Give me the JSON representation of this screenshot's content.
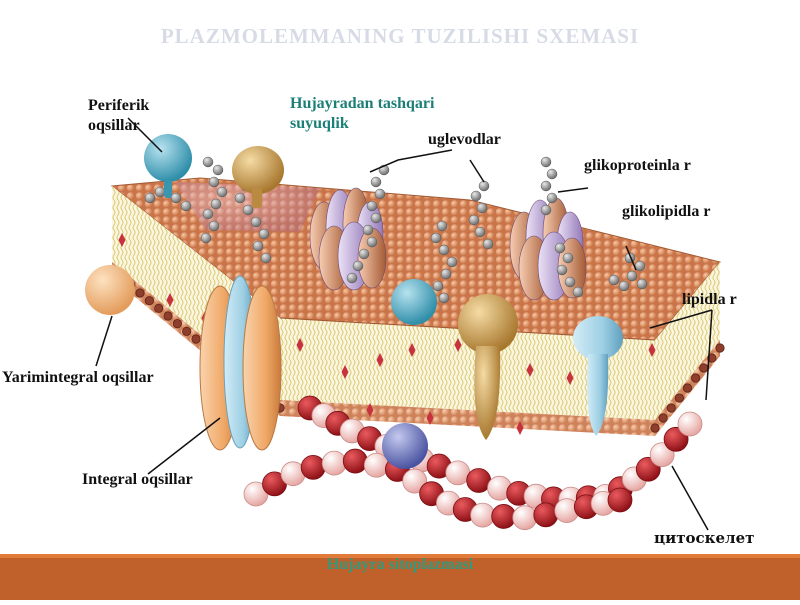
{
  "title": "PLAZMOLEMMANING TUZILISHI SXEMASI",
  "labels": {
    "periferik": "Periferik oqsillar",
    "extracellular": "Hujayradan tashqari suyuqlik",
    "uglevodlar": "uglevodlar",
    "glikoproteinlar": "glikoproteinla r",
    "glikolipidlar": "glikolipidla r",
    "lipidlar": "lipidla r",
    "yarimintegral": "Yarimintegral oqsillar",
    "integral": "Integral oqsillar",
    "cytoskeleton": "цитоскелет"
  },
  "footer": "Hujayra sitoplazmasi",
  "colors": {
    "head_lipid": "#e59b6e",
    "tail_lipid": "#f1e6a4",
    "glycolipid_head": "#d49bb0",
    "cholesterol": "#c8323c",
    "integral_protein": "#f2b37a",
    "integral_protein_blue": "#9fd0e6",
    "peripheral_blue": "#5bb3cc",
    "peripheral_tan": "#d3a55a",
    "glycoprotein_purple": "#b49ad0",
    "sugar_chain": "#9a9a9a",
    "cytoskeleton_red": "#b51e24",
    "cytoskeleton_pink": "#f2c3c0",
    "footer_bar": "#c0602a",
    "extracellular_text": "#1b7f78"
  }
}
